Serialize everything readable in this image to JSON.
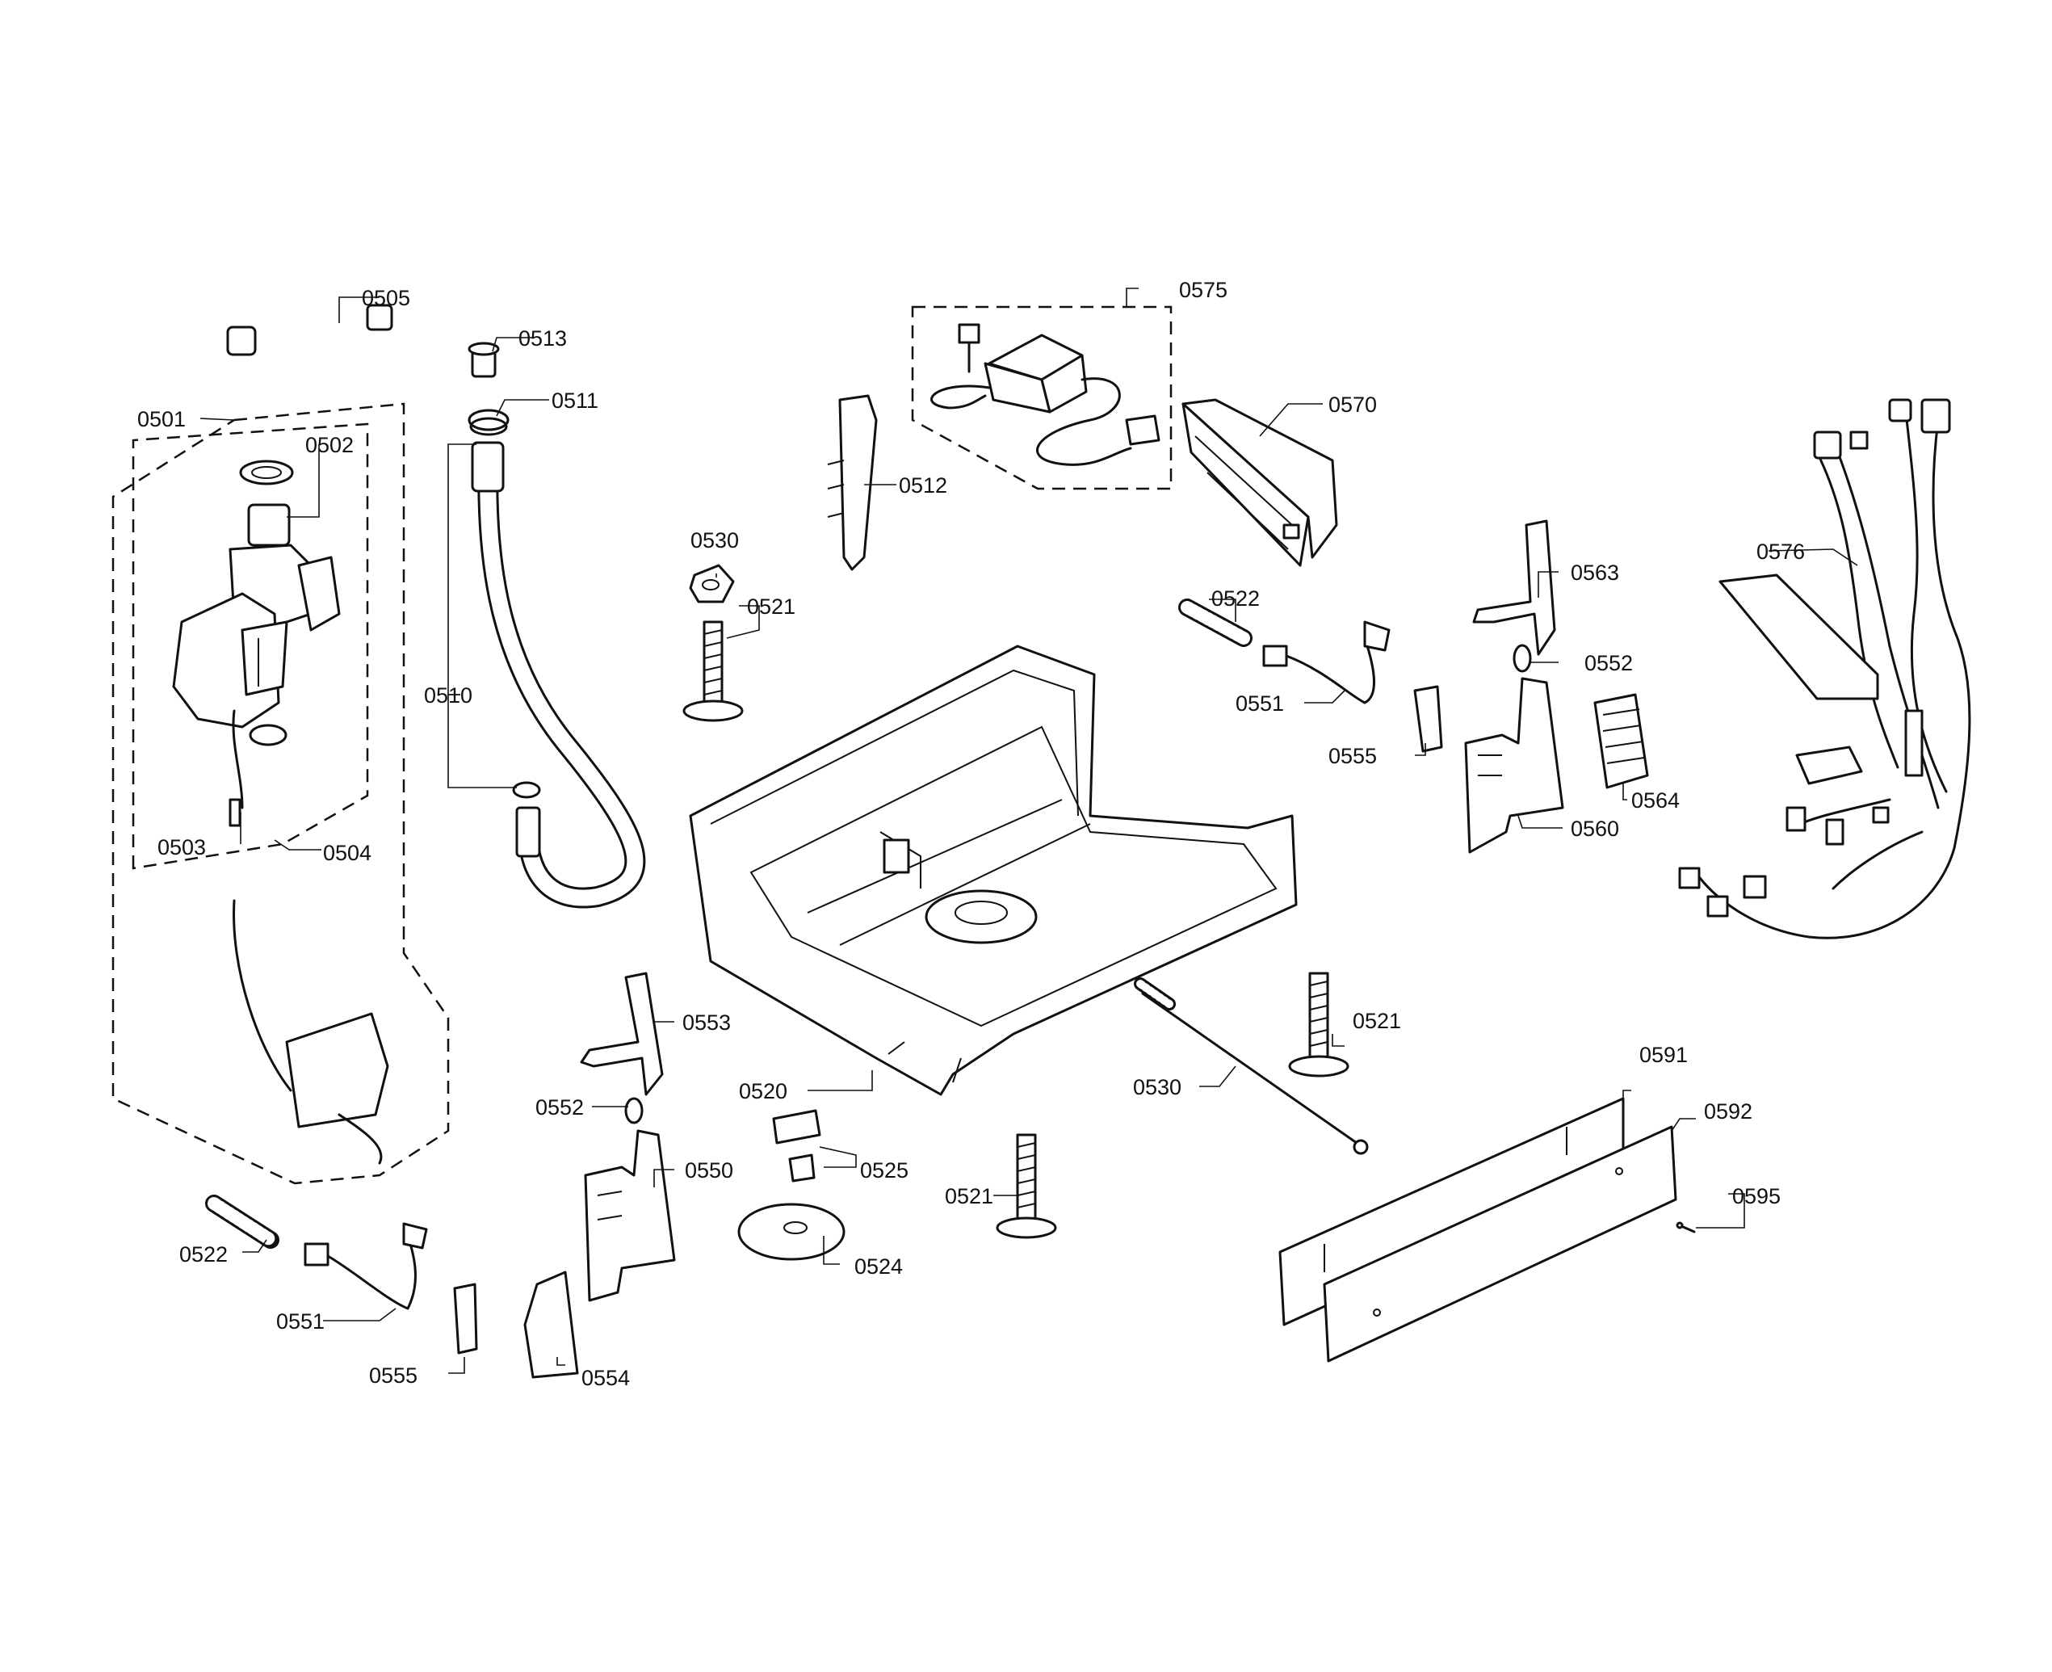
{
  "callouts": {
    "p0501": "0501",
    "p0502": "0502",
    "p0503": "0503",
    "p0504": "0504",
    "p0505": "0505",
    "p0510": "0510",
    "p0511": "0511",
    "p0512": "0512",
    "p0513": "0513",
    "p0520": "0520",
    "p0521_top": "0521",
    "p0521_right": "0521",
    "p0521_bottom": "0521",
    "p0522_top": "0522",
    "p0522_bottom": "0522",
    "p0524": "0524",
    "p0525": "0525",
    "p0530_top": "0530",
    "p0530_rod": "0530",
    "p0550": "0550",
    "p0551_top": "0551",
    "p0551_bottom": "0551",
    "p0552_left": "0552",
    "p0552_right": "0552",
    "p0553": "0553",
    "p0554": "0554",
    "p0555_top": "0555",
    "p0555_bottom": "0555",
    "p0560": "0560",
    "p0563": "0563",
    "p0564": "0564",
    "p0570": "0570",
    "p0575": "0575",
    "p0576": "0576",
    "p0591": "0591",
    "p0592": "0592",
    "p0595": "0595"
  }
}
